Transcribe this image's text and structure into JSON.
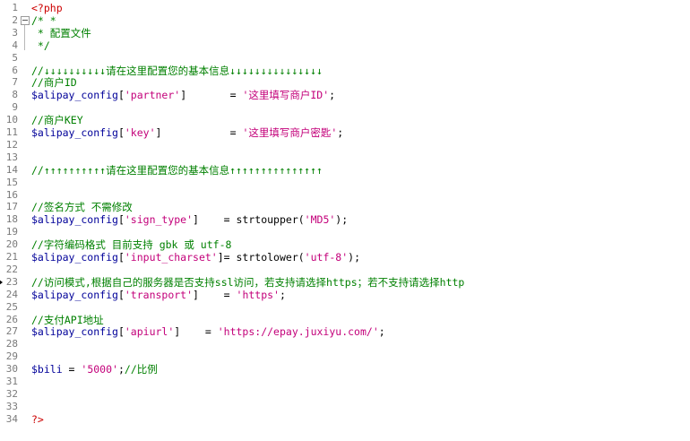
{
  "editor": {
    "lines": [
      {
        "n": "1",
        "parts": [
          {
            "t": "<?php",
            "c": "tag"
          }
        ]
      },
      {
        "n": "2",
        "fold": true,
        "parts": [
          {
            "t": "/* *",
            "c": "com"
          }
        ]
      },
      {
        "n": "3",
        "parts": [
          {
            "t": " * 配置文件",
            "c": "com"
          }
        ]
      },
      {
        "n": "4",
        "parts": [
          {
            "t": " */",
            "c": "com"
          }
        ]
      },
      {
        "n": "5",
        "parts": []
      },
      {
        "n": "6",
        "parts": [
          {
            "t": "//↓↓↓↓↓↓↓↓↓↓请在这里配置您的基本信息↓↓↓↓↓↓↓↓↓↓↓↓↓↓↓",
            "c": "com"
          }
        ]
      },
      {
        "n": "7",
        "parts": [
          {
            "t": "//商户ID",
            "c": "com"
          }
        ]
      },
      {
        "n": "8",
        "parts": [
          {
            "t": "$alipay_config",
            "c": "var"
          },
          {
            "t": "[",
            "c": "op"
          },
          {
            "t": "'partner'",
            "c": "str"
          },
          {
            "t": "]       = ",
            "c": "op"
          },
          {
            "t": "'这里填写商户ID'",
            "c": "str"
          },
          {
            "t": ";",
            "c": "op"
          }
        ]
      },
      {
        "n": "9",
        "parts": []
      },
      {
        "n": "10",
        "parts": [
          {
            "t": "//商户KEY",
            "c": "com"
          }
        ]
      },
      {
        "n": "11",
        "parts": [
          {
            "t": "$alipay_config",
            "c": "var"
          },
          {
            "t": "[",
            "c": "op"
          },
          {
            "t": "'key'",
            "c": "str"
          },
          {
            "t": "]           = ",
            "c": "op"
          },
          {
            "t": "'这里填写商户密匙'",
            "c": "str"
          },
          {
            "t": ";",
            "c": "op"
          }
        ]
      },
      {
        "n": "12",
        "parts": []
      },
      {
        "n": "13",
        "parts": []
      },
      {
        "n": "14",
        "parts": [
          {
            "t": "//↑↑↑↑↑↑↑↑↑↑请在这里配置您的基本信息↑↑↑↑↑↑↑↑↑↑↑↑↑↑↑",
            "c": "com"
          }
        ]
      },
      {
        "n": "15",
        "parts": []
      },
      {
        "n": "16",
        "parts": []
      },
      {
        "n": "17",
        "parts": [
          {
            "t": "//签名方式 不需修改",
            "c": "com"
          }
        ]
      },
      {
        "n": "18",
        "parts": [
          {
            "t": "$alipay_config",
            "c": "var"
          },
          {
            "t": "[",
            "c": "op"
          },
          {
            "t": "'sign_type'",
            "c": "str"
          },
          {
            "t": "]    = strtoupper(",
            "c": "op"
          },
          {
            "t": "'MD5'",
            "c": "str"
          },
          {
            "t": ");",
            "c": "op"
          }
        ]
      },
      {
        "n": "19",
        "parts": []
      },
      {
        "n": "20",
        "parts": [
          {
            "t": "//字符编码格式 目前支持 gbk 或 utf-8",
            "c": "com"
          }
        ]
      },
      {
        "n": "21",
        "parts": [
          {
            "t": "$alipay_config",
            "c": "var"
          },
          {
            "t": "[",
            "c": "op"
          },
          {
            "t": "'input_charset'",
            "c": "str"
          },
          {
            "t": "]= strtolower(",
            "c": "op"
          },
          {
            "t": "'utf-8'",
            "c": "str"
          },
          {
            "t": ");",
            "c": "op"
          }
        ]
      },
      {
        "n": "22",
        "parts": []
      },
      {
        "n": "23",
        "marker": true,
        "parts": [
          {
            "t": "//访问模式,根据自己的服务器是否支持ssl访问，若支持请选择https；若不支持请选择http",
            "c": "com"
          }
        ]
      },
      {
        "n": "24",
        "parts": [
          {
            "t": "$alipay_config",
            "c": "var"
          },
          {
            "t": "[",
            "c": "op"
          },
          {
            "t": "'transport'",
            "c": "str"
          },
          {
            "t": "]    = ",
            "c": "op"
          },
          {
            "t": "'https'",
            "c": "str"
          },
          {
            "t": ";",
            "c": "op"
          }
        ]
      },
      {
        "n": "25",
        "parts": []
      },
      {
        "n": "26",
        "parts": [
          {
            "t": "//支付API地址",
            "c": "com"
          }
        ]
      },
      {
        "n": "27",
        "parts": [
          {
            "t": "$alipay_config",
            "c": "var"
          },
          {
            "t": "[",
            "c": "op"
          },
          {
            "t": "'apiurl'",
            "c": "str"
          },
          {
            "t": "]    = ",
            "c": "op"
          },
          {
            "t": "'https://epay.juxiyu.com/'",
            "c": "str"
          },
          {
            "t": ";",
            "c": "op"
          }
        ]
      },
      {
        "n": "28",
        "parts": []
      },
      {
        "n": "29",
        "parts": []
      },
      {
        "n": "30",
        "parts": [
          {
            "t": "$bili",
            "c": "var"
          },
          {
            "t": " = ",
            "c": "op"
          },
          {
            "t": "'5000'",
            "c": "str"
          },
          {
            "t": ";",
            "c": "op"
          },
          {
            "t": "//比例",
            "c": "com"
          }
        ]
      },
      {
        "n": "31",
        "parts": []
      },
      {
        "n": "32",
        "parts": []
      },
      {
        "n": "33",
        "parts": []
      },
      {
        "n": "34",
        "parts": [
          {
            "t": "?>",
            "c": "tag"
          }
        ]
      }
    ]
  }
}
